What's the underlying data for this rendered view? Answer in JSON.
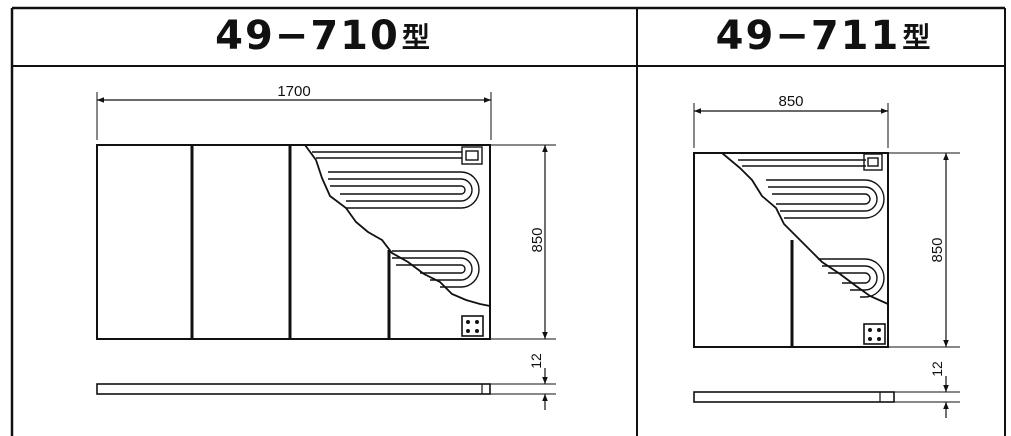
{
  "panels": [
    {
      "model": "49−710",
      "suffix": "型",
      "width_label": "1700",
      "height_label": "850",
      "thickness_label": "12"
    },
    {
      "model": "49−711",
      "suffix": "型",
      "width_label": "850",
      "height_label": "850",
      "thickness_label": "12"
    }
  ]
}
